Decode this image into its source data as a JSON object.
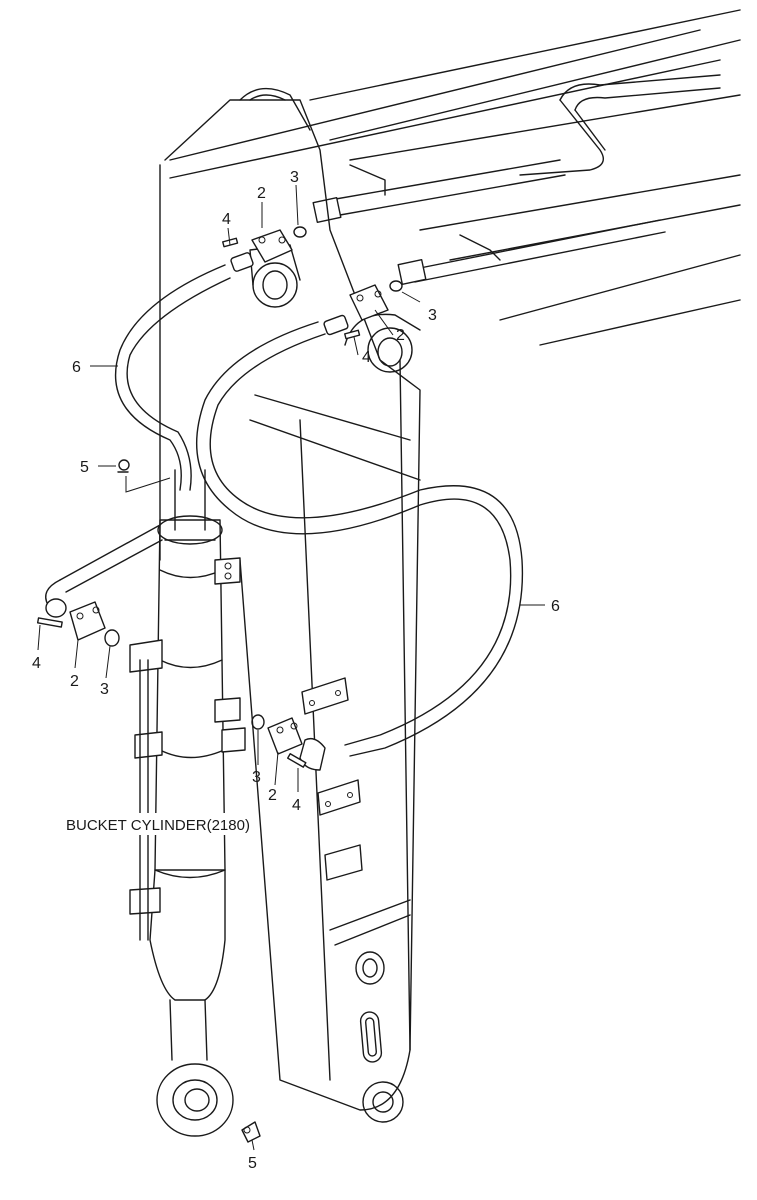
{
  "diagram": {
    "caption": "BUCKET CYLINDER(2180)",
    "callouts": [
      {
        "id": "c-4-top",
        "label": "4"
      },
      {
        "id": "c-2-top",
        "label": "2"
      },
      {
        "id": "c-3-top",
        "label": "3"
      },
      {
        "id": "c-3-right",
        "label": "3"
      },
      {
        "id": "c-2-mid",
        "label": "2"
      },
      {
        "id": "c-4-mid",
        "label": "4"
      },
      {
        "id": "c-6-left",
        "label": "6"
      },
      {
        "id": "c-5-left",
        "label": "5"
      },
      {
        "id": "c-6-right",
        "label": "6"
      },
      {
        "id": "c-4-low",
        "label": "4"
      },
      {
        "id": "c-2-low",
        "label": "2"
      },
      {
        "id": "c-3-low",
        "label": "3"
      },
      {
        "id": "c-3-lowmid",
        "label": "3"
      },
      {
        "id": "c-2-lowmid",
        "label": "2"
      },
      {
        "id": "c-4-lowmid",
        "label": "4"
      },
      {
        "id": "c-5-bottom",
        "label": "5"
      }
    ]
  }
}
